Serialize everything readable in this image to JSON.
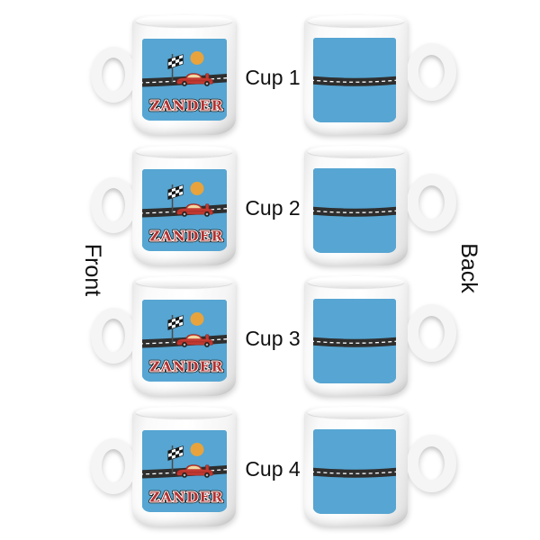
{
  "side_labels": {
    "front": "Front",
    "back": "Back"
  },
  "cups": [
    {
      "label": "Cup 1"
    },
    {
      "label": "Cup 2"
    },
    {
      "label": "Cup 3"
    },
    {
      "label": "Cup 4"
    }
  ],
  "design": {
    "name_text": "ZANDER",
    "colors": {
      "panel_blue": "#56A5D2",
      "road_dark": "#2E2E2E",
      "road_dash": "#FFFFFF",
      "sun_orange": "#E8A33C",
      "car_red": "#C33A31",
      "car_trim_dark": "#8C231D",
      "car_canopy_cream": "#F0D9A4",
      "wheel_dark": "#1F1F1F",
      "wheel_hub": "#B5B5B5",
      "flag_dark": "#151515",
      "flag_light": "#FFFFFF",
      "pole_gray": "#4A4A4A",
      "name_red": "#B23130",
      "name_outline_white": "#FFFFFF",
      "name_outline_black": "#141414",
      "label_text": "#111111"
    }
  }
}
